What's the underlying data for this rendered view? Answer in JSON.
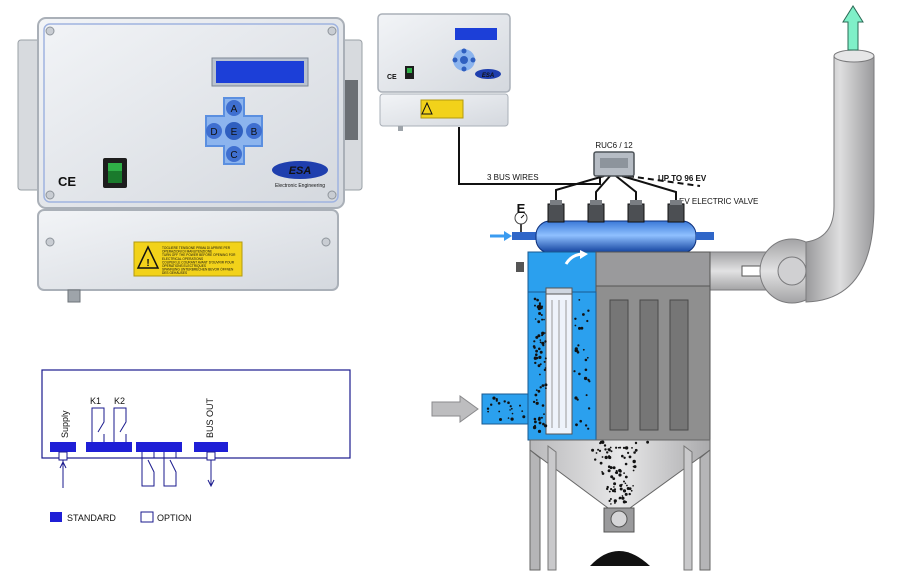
{
  "large_controller": {
    "buttons": {
      "up": "A",
      "left": "D",
      "center": "E",
      "right": "B",
      "down": "C"
    },
    "brand": "ESA",
    "brand_tagline": "Electronic Engineering",
    "ce_mark": "CE",
    "warning_lines": [
      "TOGLIERE TENSIONE PRIMA DI APRIRE PER",
      "OPERAZIONI DI MANUTENZIONE",
      "TURN OFF THE POWER BEFORE OPENING FOR",
      "ELECTRICAL OPERATIONS",
      "COUPER LE COURANT AVANT D'OUVRIR POUR",
      "OPERATIONS ELECTRIQUES",
      "SPANNUNG UNTERBRECHEN BEVOR ÖFFNEN",
      "DES GEHÄUSES"
    ]
  },
  "small_controller": {
    "brand": "ESA",
    "ce_mark": "CE"
  },
  "system": {
    "module_label": "RUC6 / 12",
    "bus_wires_label": "3 BUS WIRES",
    "upto_label": "UP TO 96 EV",
    "ev_label": "EV ELECTRIC VALVE",
    "e_label": "E"
  },
  "wiring": {
    "supply": "Supply",
    "k1": "K1",
    "k2": "K2",
    "bus_out": "BUS OUT",
    "legend_standard": "STANDARD",
    "legend_option": "OPTION"
  },
  "colors": {
    "panel_face": "#e6e9ee",
    "lcd": "#1c3fd8",
    "keypad_blue": "#5b8fe0",
    "header_blue": "#1f8ff0",
    "filter_housing": "#8f8f8f",
    "duct_gray": "#c4c4c6",
    "air_arrow_top": "#7ff0c8",
    "legend_standard": "#1f1fd6"
  },
  "icons": [
    "power-switch-icon",
    "warning-triangle-icon",
    "pressure-gauge-icon",
    "fan-icon"
  ]
}
